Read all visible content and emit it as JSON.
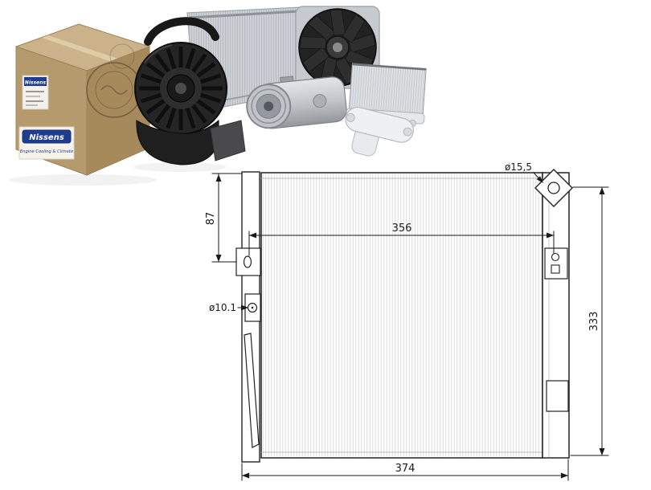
{
  "photo": {
    "brand": "Nissens",
    "tagline": "Engine Cooling & Climate",
    "brand_color": "#1e3d8f",
    "box_color": "#b59a6e",
    "parts": [
      "packaging-box",
      "blower-motor",
      "condenser",
      "radiator-fan",
      "ac-compressor",
      "heater-core",
      "receiver-drier"
    ]
  },
  "diagram": {
    "line_color": "#1a1a1a",
    "dimensions": {
      "top_width": "356",
      "bottom_width": "374",
      "height": "333",
      "top_offset": "87",
      "fitting_top": "ø15,5",
      "fitting_left": "ø10.1"
    }
  }
}
